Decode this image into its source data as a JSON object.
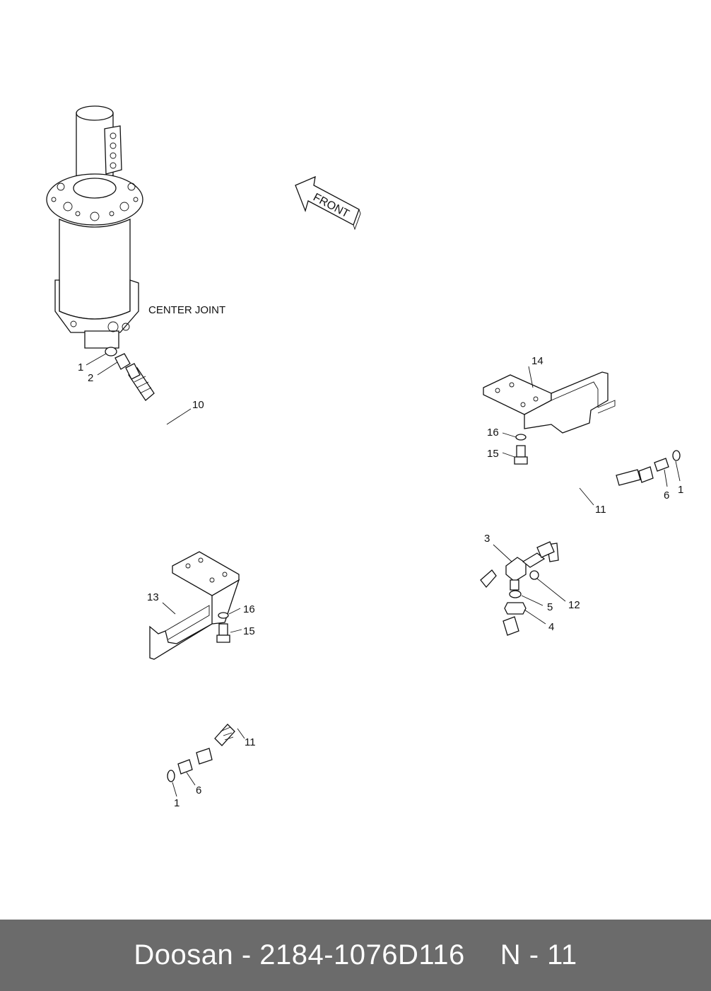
{
  "diagram": {
    "center_joint_label": "CENTER JOINT",
    "front_label": "FRONT",
    "callouts": {
      "c1a": "1",
      "c2": "2",
      "c10": "10",
      "c14": "14",
      "c16a": "16",
      "c15a": "15",
      "c6a": "6",
      "c1b": "1",
      "c11a": "11",
      "c3": "3",
      "c5": "5",
      "c12": "12",
      "c4": "4",
      "c13": "13",
      "c16b": "16",
      "c15b": "15",
      "c11b": "11",
      "c6b": "6",
      "c1c": "1"
    }
  },
  "footer": {
    "brand_part": "Doosan - 2184-1076D116",
    "page": "N - 11"
  },
  "colors": {
    "footer_bg": "#6b6b6b",
    "footer_text": "#ffffff",
    "line": "#111111"
  }
}
